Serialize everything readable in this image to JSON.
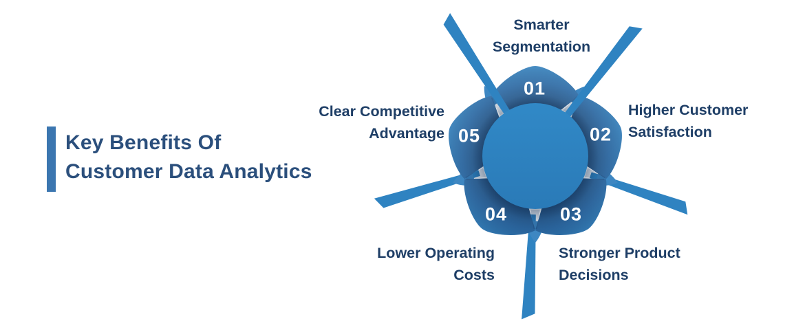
{
  "title": {
    "lines": [
      "Key Benefits Of",
      "Customer Data Analytics"
    ],
    "full": "Key Benefits Of Customer Data Analytics"
  },
  "diagram": {
    "type": "segmented-wheel",
    "segment_count": 5,
    "items": [
      {
        "number": "01",
        "label": "Smarter Segmentation",
        "lines": [
          "Smarter",
          "Segmentation"
        ],
        "position": "top"
      },
      {
        "number": "02",
        "label": "Higher Customer Satisfaction",
        "lines": [
          "Higher Customer",
          "Satisfaction"
        ],
        "position": "right"
      },
      {
        "number": "03",
        "label": "Stronger Product Decisions",
        "lines": [
          "Stronger Product",
          "Decisions"
        ],
        "position": "bottom-right"
      },
      {
        "number": "04",
        "label": "Lower Operating Costs",
        "lines": [
          "Lower Operating",
          "Costs"
        ],
        "position": "bottom-left"
      },
      {
        "number": "05",
        "label": "Clear Competitive Advantage",
        "lines": [
          "Clear Competitive",
          "Advantage"
        ],
        "position": "left"
      }
    ]
  },
  "colors": {
    "background": "#ffffff",
    "title_text": "#2b4f7c",
    "label_text": "#1e3e66",
    "accent_bar": "#3b76b0",
    "number_text": "#ffffff",
    "petal_inner": "#1c4876",
    "petal_mid": "#2a68a3",
    "petal_outer": "#3583c0",
    "back_petal": "#3e87c2",
    "ray": "#2f83c1",
    "center_circle_top": "#3189c7",
    "center_circle_bottom": "#2a7ab7",
    "crease_shadow": "#0f2e57"
  }
}
